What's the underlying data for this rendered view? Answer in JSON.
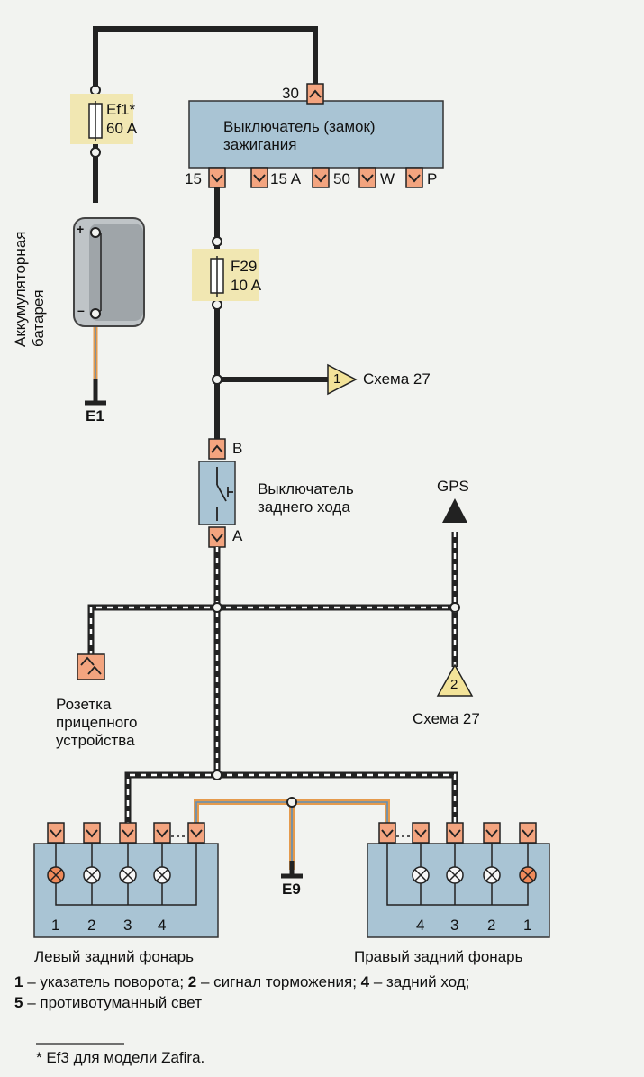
{
  "colors": {
    "background": "#f2f3f0",
    "box_fill": "#a9c4d4",
    "box_dark": "#8fb0c4",
    "fuse_fill": "#f1e7b2",
    "terminal_fill": "#f3a47f",
    "triangle_fill": "#f3e399",
    "wire_black": "#222222",
    "wire_orange": "#e59a4c",
    "wire_blue": "#5f8fb8",
    "lamp_orange": "#ef8a5a"
  },
  "battery": {
    "label": "Аккумуляторная\nбатарея",
    "plus": "+",
    "minus": "–"
  },
  "fuse_ef1": {
    "name": "Ef1*",
    "rating": "60 A"
  },
  "fuse_f29": {
    "name": "F29",
    "rating": "10 A"
  },
  "ground_e1": "E1",
  "ground_e9": "E9",
  "ignition": {
    "title": "Выключатель (замок)\nзажигания",
    "pin_top": "30",
    "pins_bottom": [
      "15",
      "15 A",
      "50",
      "W",
      "P"
    ]
  },
  "ref1": {
    "number": "1",
    "label": "Схема 27"
  },
  "ref2": {
    "number": "2",
    "label": "Схема 27"
  },
  "gps_label": "GPS",
  "reverse_switch": {
    "label": "Выключатель\nзаднего хода",
    "pin_b": "B",
    "pin_a": "A"
  },
  "trailer_socket": "Розетка\nприцепного\nустройства",
  "left_lamp": {
    "label": "Левый задний фонарь",
    "numbers": [
      "1",
      "2",
      "3",
      "4"
    ]
  },
  "right_lamp": {
    "label": "Правый задний фонарь",
    "numbers": [
      "4",
      "3",
      "2",
      "1"
    ]
  },
  "legend": {
    "line1_parts": [
      "1",
      " – указатель поворота;  ",
      "2",
      " – сигнал торможения;  ",
      "4",
      " – задний ход;"
    ],
    "line2_parts": [
      "5",
      " – противотуманный свет"
    ]
  },
  "footnote": "* Ef3 для модели Zafira."
}
